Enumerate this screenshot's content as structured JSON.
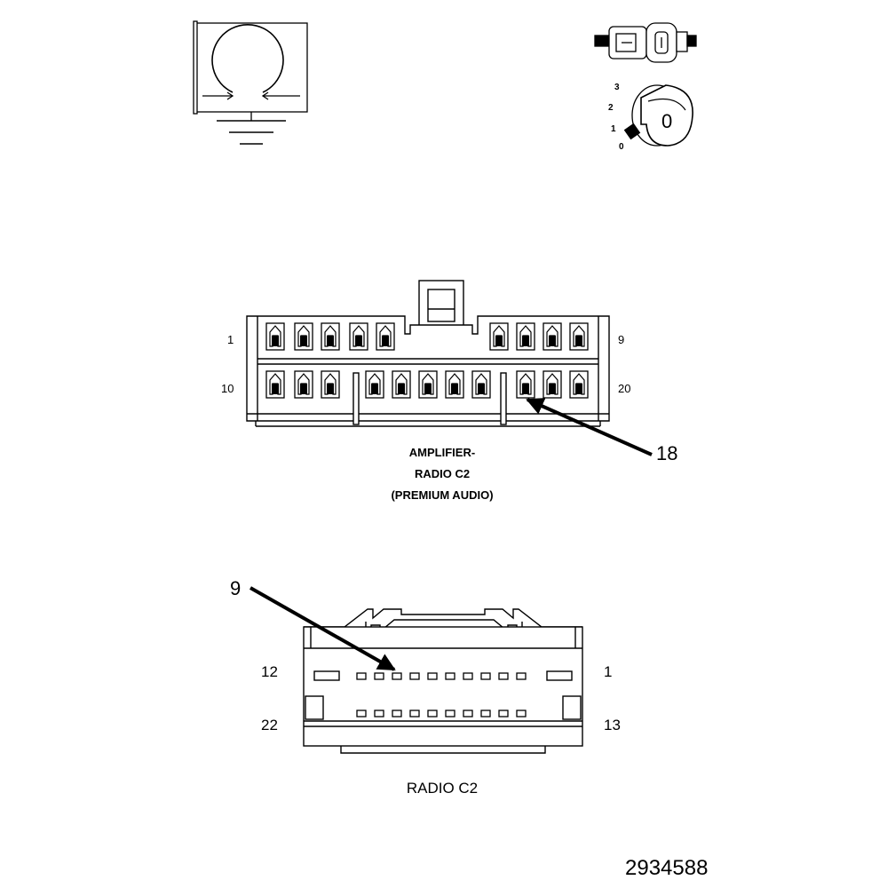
{
  "ground_symbol": {
    "icon": "ground-symbol-icon"
  },
  "key_switch": {
    "icon": "ignition-key-icon",
    "dial_numbers": [
      "3",
      "2",
      "1",
      "0"
    ],
    "key_label": "0"
  },
  "amplifier_connector": {
    "caption_lines": [
      "AMPLIFIER-",
      "RADIO C2",
      "(PREMIUM AUDIO)"
    ],
    "pin_labels": {
      "top_left": "1",
      "top_right": "9",
      "bottom_left": "10",
      "bottom_right": "20"
    },
    "callout": "18"
  },
  "radio_connector": {
    "caption": "RADIO C2",
    "pin_labels": {
      "top_left": "12",
      "top_right": "1",
      "bottom_left": "22",
      "bottom_right": "13"
    },
    "callout": "9"
  },
  "figure_number": "2934588"
}
